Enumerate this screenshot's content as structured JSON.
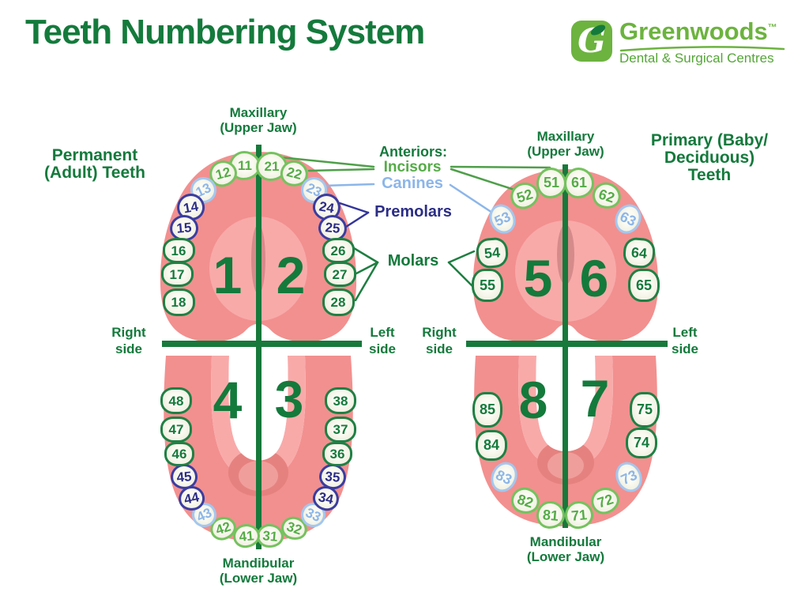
{
  "title": "Teeth Numbering System",
  "logo": {
    "brand": "Greenwoods",
    "trademark": "™",
    "tagline": "Dental & Surgical Centres",
    "monogram": "G"
  },
  "section_labels": {
    "permanent_line1": "Permanent",
    "permanent_line2": "(Adult) Teeth",
    "primary_line1": "Primary (Baby/",
    "primary_line2": "Deciduous)",
    "primary_line3": "Teeth"
  },
  "jaw_labels": {
    "maxillary_line1": "Maxillary",
    "maxillary_line2": "(Upper Jaw)",
    "mandibular_line1": "Mandibular",
    "mandibular_line2": "(Lower Jaw)"
  },
  "side_labels": {
    "right_line1": "Right",
    "right_line2": "side",
    "left_line1": "Left",
    "left_line2": "side"
  },
  "legend": {
    "anteriors": "Anteriors:",
    "incisors": "Incisors",
    "canines": "Canines",
    "premolars": "Premolars",
    "molars": "Molars"
  },
  "quadrants": {
    "q1": "1",
    "q2": "2",
    "q3": "3",
    "q4": "4",
    "q5": "5",
    "q6": "6",
    "q7": "7",
    "q8": "8"
  },
  "teeth": {
    "permanent_upper_right": [
      {
        "num": "11",
        "type": "incisor"
      },
      {
        "num": "12",
        "type": "incisor"
      },
      {
        "num": "13",
        "type": "canine"
      },
      {
        "num": "14",
        "type": "premolar"
      },
      {
        "num": "15",
        "type": "premolar"
      },
      {
        "num": "16",
        "type": "molar"
      },
      {
        "num": "17",
        "type": "molar"
      },
      {
        "num": "18",
        "type": "molar"
      }
    ],
    "permanent_upper_left": [
      {
        "num": "21",
        "type": "incisor"
      },
      {
        "num": "22",
        "type": "incisor"
      },
      {
        "num": "23",
        "type": "canine"
      },
      {
        "num": "24",
        "type": "premolar"
      },
      {
        "num": "25",
        "type": "premolar"
      },
      {
        "num": "26",
        "type": "molar"
      },
      {
        "num": "27",
        "type": "molar"
      },
      {
        "num": "28",
        "type": "molar"
      }
    ],
    "permanent_lower_left": [
      {
        "num": "31",
        "type": "incisor"
      },
      {
        "num": "32",
        "type": "incisor"
      },
      {
        "num": "33",
        "type": "canine"
      },
      {
        "num": "34",
        "type": "premolar"
      },
      {
        "num": "35",
        "type": "premolar"
      },
      {
        "num": "36",
        "type": "molar"
      },
      {
        "num": "37",
        "type": "molar"
      },
      {
        "num": "38",
        "type": "molar"
      }
    ],
    "permanent_lower_right": [
      {
        "num": "41",
        "type": "incisor"
      },
      {
        "num": "42",
        "type": "incisor"
      },
      {
        "num": "43",
        "type": "canine"
      },
      {
        "num": "44",
        "type": "premolar"
      },
      {
        "num": "45",
        "type": "premolar"
      },
      {
        "num": "46",
        "type": "molar"
      },
      {
        "num": "47",
        "type": "molar"
      },
      {
        "num": "48",
        "type": "molar"
      }
    ],
    "primary_upper_right": [
      {
        "num": "51",
        "type": "incisor"
      },
      {
        "num": "52",
        "type": "incisor"
      },
      {
        "num": "53",
        "type": "canine"
      },
      {
        "num": "54",
        "type": "molar"
      },
      {
        "num": "55",
        "type": "molar"
      }
    ],
    "primary_upper_left": [
      {
        "num": "61",
        "type": "incisor"
      },
      {
        "num": "62",
        "type": "incisor"
      },
      {
        "num": "63",
        "type": "canine"
      },
      {
        "num": "64",
        "type": "molar"
      },
      {
        "num": "65",
        "type": "molar"
      }
    ],
    "primary_lower_left": [
      {
        "num": "71",
        "type": "incisor"
      },
      {
        "num": "72",
        "type": "incisor"
      },
      {
        "num": "73",
        "type": "canine"
      },
      {
        "num": "74",
        "type": "molar"
      },
      {
        "num": "75",
        "type": "molar"
      }
    ],
    "primary_lower_right": [
      {
        "num": "81",
        "type": "incisor"
      },
      {
        "num": "82",
        "type": "incisor"
      },
      {
        "num": "83",
        "type": "canine"
      },
      {
        "num": "84",
        "type": "molar"
      },
      {
        "num": "85",
        "type": "molar"
      }
    ]
  },
  "colors": {
    "dark_green": "#147a3c",
    "incisor_green": "#55ac47",
    "canine_blue": "#8cb6e9",
    "premolar_navy": "#2b2d86",
    "molar_green": "#147a3c",
    "gum_pink": "#f2908f",
    "gum_light": "#f8aaa9",
    "gum_ridge": "#d68b8b",
    "tooth_fill": "#f4f4ea",
    "logo_green": "#6cb33f",
    "divider_green": "#17793b"
  }
}
